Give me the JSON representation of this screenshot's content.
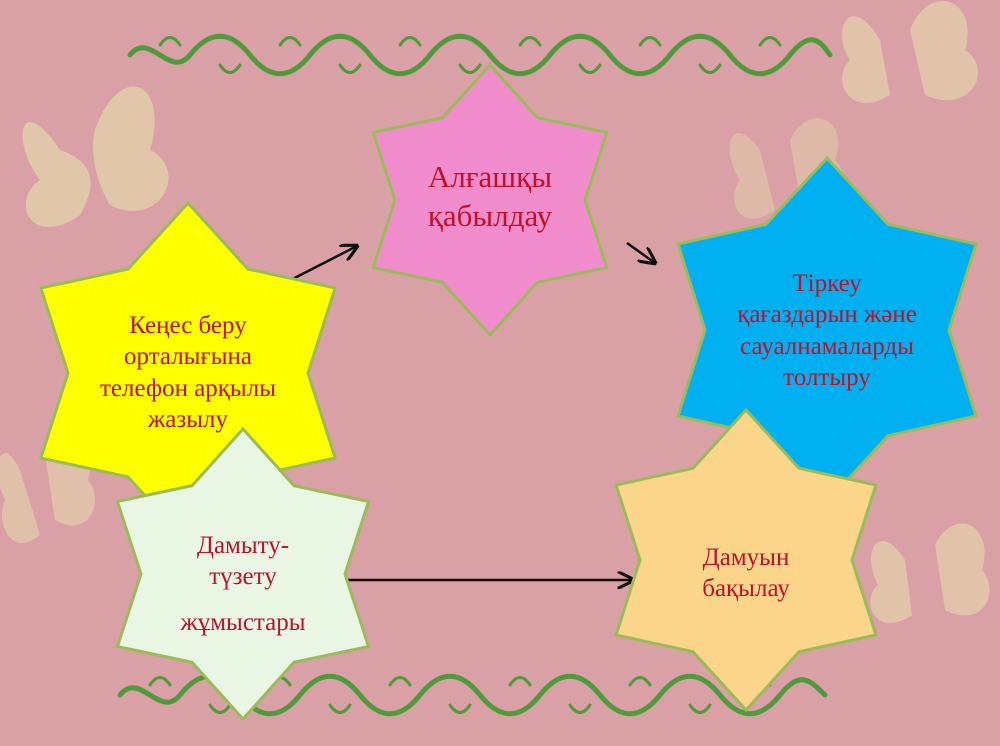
{
  "diagram": {
    "nodes": [
      {
        "id": "initial-reception",
        "lines": [
          "Алғашқы",
          "қабылдау"
        ],
        "fill": "#f08bcc"
      },
      {
        "id": "phone-registration",
        "lines": [
          "Кеңес беру",
          "орталығына",
          "телефон  арқылы",
          "жазылу"
        ],
        "fill": "#ffff00"
      },
      {
        "id": "fill-documents",
        "lines": [
          "Тіркеу",
          "қағаздарын  және",
          "сауалнамаларды",
          "толтыру"
        ],
        "fill": "#00b0f0"
      },
      {
        "id": "correction-work",
        "lines": [
          "Дамыту-",
          "түзету",
          "жұмыстары"
        ],
        "fill": "#eaf6e4"
      },
      {
        "id": "development-monitoring",
        "lines": [
          "Дамуын",
          "бақылау"
        ],
        "fill": "#fbd58a"
      }
    ],
    "edges": [
      {
        "from": "phone-registration",
        "to": "initial-reception"
      },
      {
        "from": "initial-reception",
        "to": "fill-documents"
      },
      {
        "from": "correction-work",
        "to": "development-monitoring"
      }
    ],
    "colors": {
      "background": "#d9a1a6",
      "node_outline": "#9bbb59",
      "text": "#c0102a",
      "arrow": "#111111",
      "ornament": "#4f9a3a"
    },
    "ornament_icon": "floral-vine-border"
  }
}
